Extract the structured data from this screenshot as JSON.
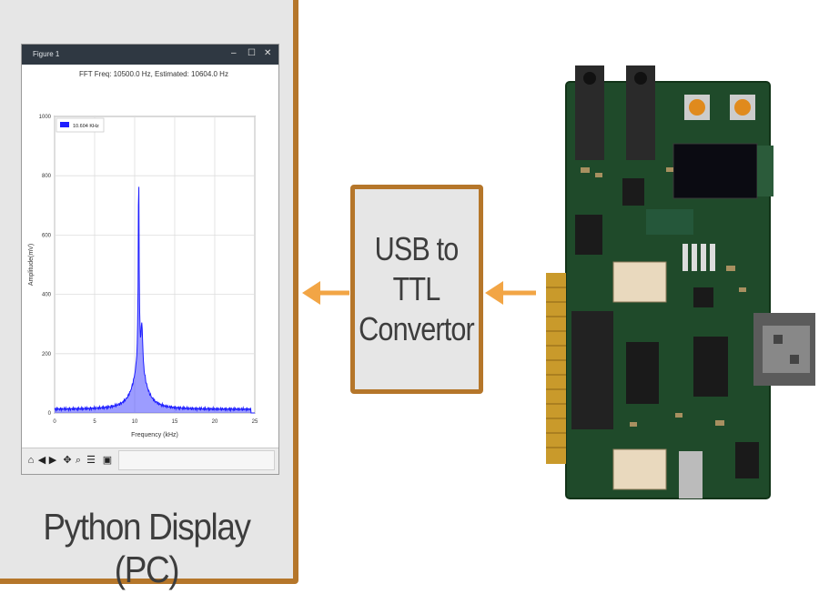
{
  "pc_panel": {
    "label": "Python Display (PC)",
    "window": {
      "title": "Figure 1",
      "controls": [
        "–",
        "☐",
        "✕"
      ],
      "toolbar_icons": [
        "home-icon",
        "back-icon",
        "forward-icon",
        "pan-icon",
        "zoom-icon",
        "configure-icon",
        "save-icon"
      ]
    }
  },
  "converter": {
    "label": "USB to\nTTL\nConvertor"
  },
  "chart_data": {
    "type": "line",
    "title": "FFT Freq: 10500.0 Hz, Estimated: 10604.0 Hz",
    "xlabel": "Frequency (kHz)",
    "ylabel": "Amplitude(mV)",
    "xlim": [
      0,
      25
    ],
    "ylim": [
      0,
      1000
    ],
    "xticks": [
      0,
      5,
      10,
      15,
      20,
      25
    ],
    "yticks": [
      0,
      200,
      400,
      600,
      800,
      1000
    ],
    "grid": true,
    "legend_position": "top-left",
    "series": [
      {
        "name": "10.604 KHz",
        "color": "#1f1fff",
        "peaks": [
          {
            "x": 10.5,
            "y": 790
          },
          {
            "x": 10.9,
            "y": 290
          }
        ],
        "baseline": 12
      }
    ]
  },
  "colors": {
    "frame": "#b5762a",
    "arrow": "#f2a545",
    "plot_line": "#1f1fff"
  }
}
